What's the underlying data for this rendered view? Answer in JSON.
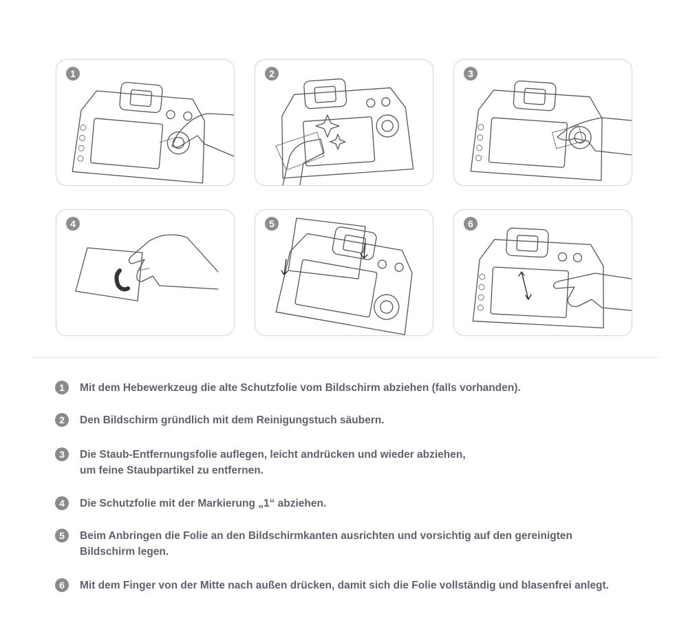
{
  "colors": {
    "text": "#606070",
    "badge": "#8a8a8a",
    "panel_border": "#d6d6dc",
    "divider": "#e3e6ee",
    "line_art": "#555555"
  },
  "panels": [
    {
      "number": "1",
      "illustration": "camera-peel-old-film"
    },
    {
      "number": "2",
      "illustration": "camera-wipe-cloth"
    },
    {
      "number": "3",
      "illustration": "camera-dust-removal-sticker"
    },
    {
      "number": "4",
      "illustration": "hand-peel-protector-tab"
    },
    {
      "number": "5",
      "illustration": "camera-align-film"
    },
    {
      "number": "6",
      "illustration": "camera-press-film-finger"
    }
  ],
  "steps": [
    {
      "number": "1",
      "lines": [
        "Mit dem Hebewerkzeug die alte Schutzfolie vom Bildschirm abziehen (falls vorhanden)."
      ]
    },
    {
      "number": "2",
      "lines": [
        "Den Bildschirm gründlich mit dem Reinigungstuch säubern."
      ]
    },
    {
      "number": "3",
      "lines": [
        "Die Staub-Entfernungsfolie auflegen, leicht andrücken und wieder abziehen,",
        "um feine Staubpartikel zu entfernen."
      ]
    },
    {
      "number": "4",
      "lines": [
        "Die Schutzfolie mit der Markierung „1“ abziehen."
      ]
    },
    {
      "number": "5",
      "lines": [
        "Beim Anbringen die Folie an den Bildschirmkanten ausrichten und vorsichtig auf den gereinigten",
        "Bildschirm legen."
      ]
    },
    {
      "number": "6",
      "lines": [
        "Mit dem Finger von der Mitte nach außen drücken, damit sich die Folie vollständig und blasenfrei anlegt."
      ]
    }
  ]
}
